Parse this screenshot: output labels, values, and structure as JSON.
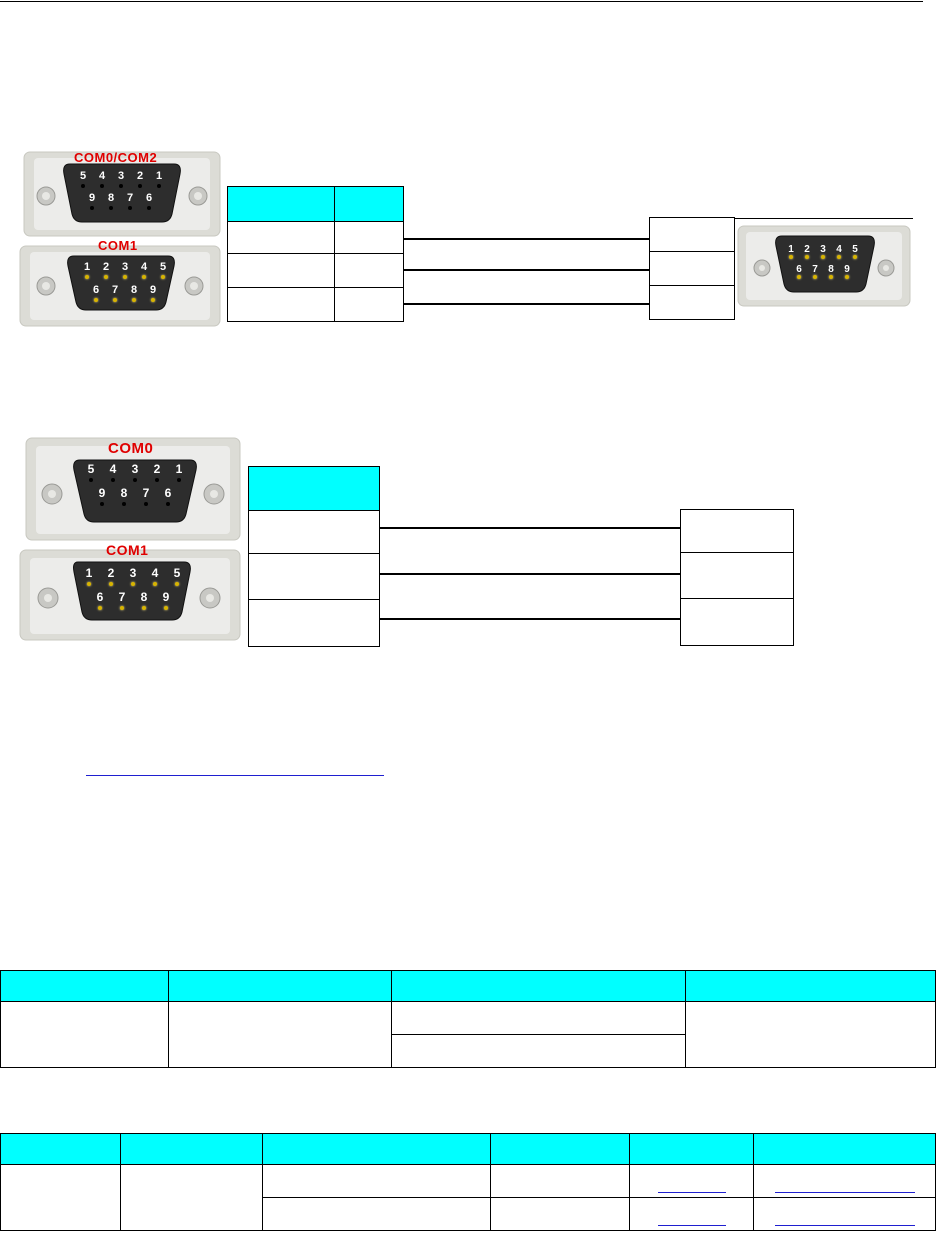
{
  "diagram1": {
    "connector_top_label": "COM0/COM2",
    "connector_top_pins_row1": [
      "5",
      "4",
      "3",
      "2",
      "1"
    ],
    "connector_top_pins_row2": [
      "9",
      "8",
      "7",
      "6"
    ],
    "connector_bottom_label": "COM1",
    "connector_bottom_pins_row1": [
      "1",
      "2",
      "3",
      "4",
      "5"
    ],
    "connector_bottom_pins_row2": [
      "6",
      "7",
      "8",
      "9"
    ],
    "remote_pins_row1": [
      "1",
      "2",
      "3",
      "4",
      "5"
    ],
    "remote_pins_row2": [
      "6",
      "7",
      "8",
      "9"
    ]
  },
  "diagram2": {
    "connector_top_label": "COM0",
    "connector_top_pins_row1": [
      "5",
      "4",
      "3",
      "2",
      "1"
    ],
    "connector_top_pins_row2": [
      "9",
      "8",
      "7",
      "6"
    ],
    "connector_bottom_label": "COM1",
    "connector_bottom_pins_row1": [
      "1",
      "2",
      "3",
      "4",
      "5"
    ],
    "connector_bottom_pins_row2": [
      "6",
      "7",
      "8",
      "9"
    ]
  },
  "colors": {
    "header_fill": "#00ffff",
    "connector_label": "#e00000",
    "link": "#1f1fd0"
  }
}
